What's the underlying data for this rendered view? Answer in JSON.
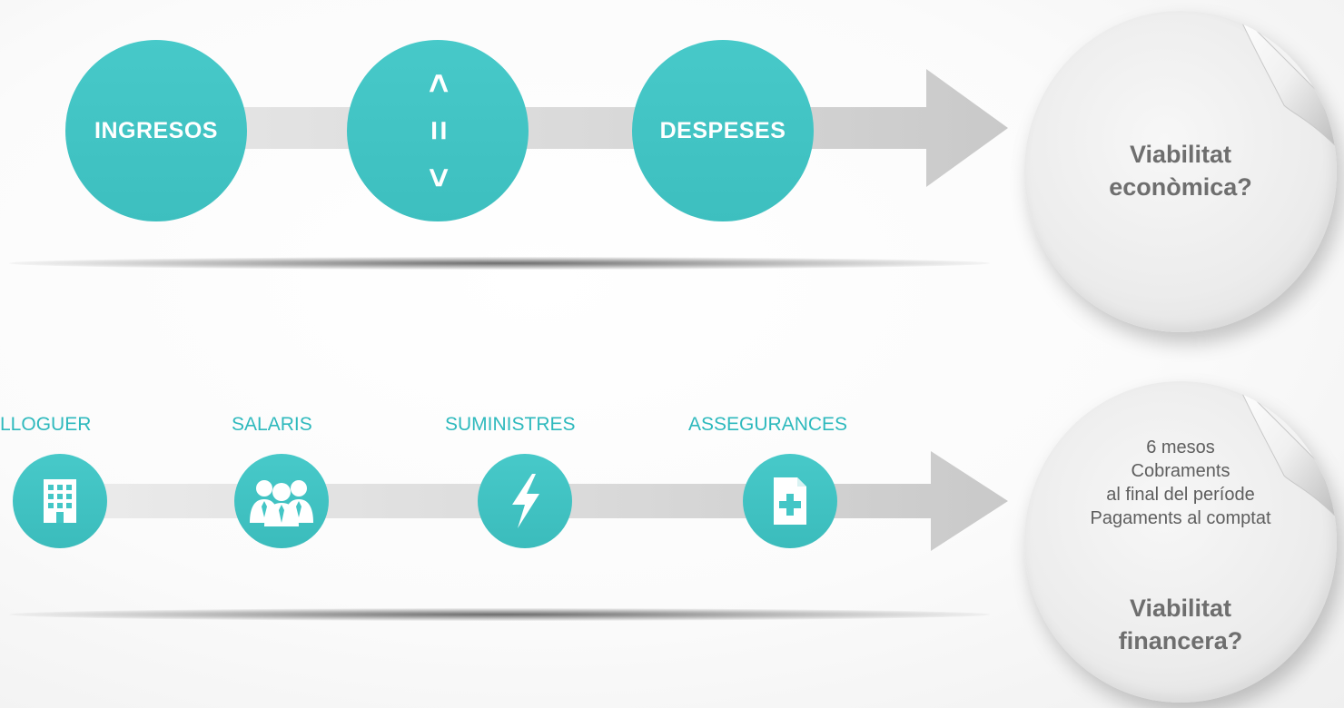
{
  "row1": {
    "circles": [
      "INGRESOS",
      "DESPESES"
    ],
    "comparison": [
      "<",
      "=",
      ">"
    ],
    "result": [
      "Viabilitat",
      "econòmica?"
    ]
  },
  "row2": {
    "costs": [
      {
        "label": "LLOGUER",
        "icon": "building-icon"
      },
      {
        "label": "SALARIS",
        "icon": "people-icon"
      },
      {
        "label": "SUMINISTRES",
        "icon": "lightning-icon"
      },
      {
        "label": "ASSEGURANCES",
        "icon": "document-plus-icon"
      }
    ],
    "notes": [
      "6 mesos",
      "Cobraments",
      "al final del període",
      "Pagaments al comptat"
    ],
    "result": [
      "Viabilitat",
      "financera?"
    ]
  },
  "colors": {
    "teal": "#43c6c6",
    "label_teal": "#2eb9bd",
    "arrow_gray": "#d0d0d0",
    "sticker_text": "#6e6e6e"
  }
}
